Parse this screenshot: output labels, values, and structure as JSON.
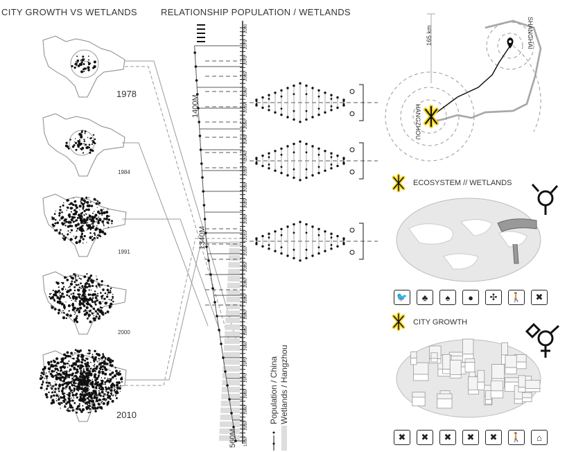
{
  "headers": {
    "left": "CITY GROWTH VS WETLANDS",
    "middle": "RELATIONSHIP POPULATION / WETLANDS"
  },
  "maps": [
    {
      "year": "1978",
      "size": "large"
    },
    {
      "year": "1984",
      "size": "small"
    },
    {
      "year": "1991",
      "size": "small"
    },
    {
      "year": "2000",
      "size": "small"
    },
    {
      "year": "2010",
      "size": "large"
    }
  ],
  "population_labels": {
    "top": "1400M",
    "mid": "1340M",
    "bottom": "560M"
  },
  "year_axis": [
    "1950",
    "1955",
    "1960",
    "1965",
    "1970",
    "1975",
    "1980",
    "1985",
    "1990",
    "1995",
    "2000",
    "2005",
    "2010",
    "2015",
    "2020",
    "2025",
    "2030",
    "2035",
    "2040",
    "2045",
    "2050",
    "2055",
    "2060",
    "2065",
    "2070",
    "2075",
    "2080"
  ],
  "timeline_markers": [
    "2010",
    "2050"
  ],
  "legend": {
    "population": "Population / China",
    "wetlands": "Wetlands / Hangzhou"
  },
  "location_map": {
    "city_a": "HANGZHOU",
    "city_b": "SHANGHAI",
    "distance": "165 km"
  },
  "sections": {
    "ecosystem": "ECOSYSTEM // WETLANDS",
    "city_growth": "CITY GROWTH"
  },
  "ecosystem_icons": [
    "bird-icon",
    "tree-icon",
    "leaf-icon",
    "drop-icon",
    "frog-icon",
    "walker-icon",
    "crossed-insect-icon"
  ],
  "city_icons": [
    "crossed-bird-icon",
    "crossed-tree-icon",
    "crossed-leaf-icon",
    "crossed-drop-icon",
    "crossed-frog-icon",
    "walker-icon",
    "house-icon"
  ],
  "colors": {
    "accent": "#f2d21b",
    "ink": "#1a1a1a"
  }
}
